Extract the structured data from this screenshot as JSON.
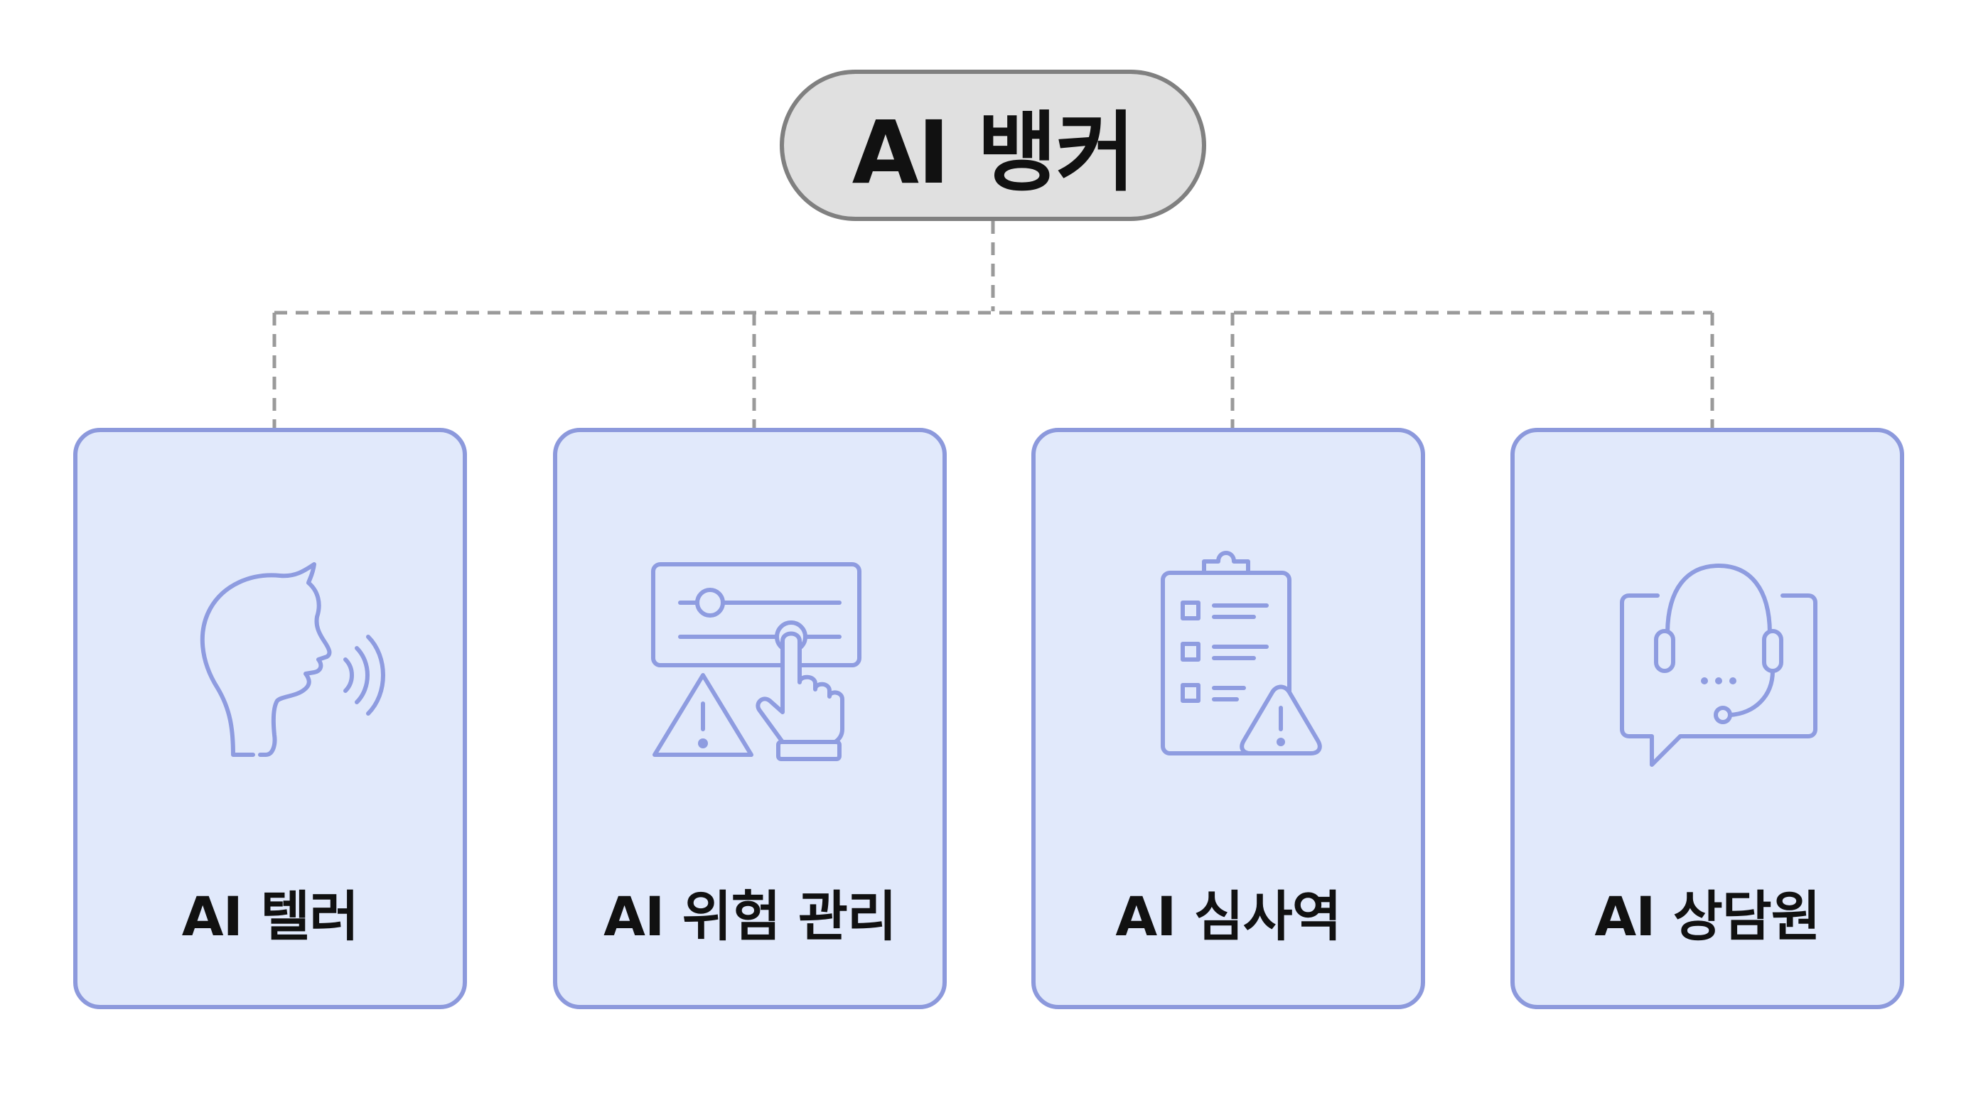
{
  "root": {
    "label": "AI 뱅커"
  },
  "children": [
    {
      "label": "AI 텔러",
      "icon": "speaking-head-icon"
    },
    {
      "label": "AI 위험 관리",
      "icon": "risk-control-panel-icon"
    },
    {
      "label": "AI 심사역",
      "icon": "checklist-warning-icon"
    },
    {
      "label": "AI 상담원",
      "icon": "headset-chat-icon"
    }
  ],
  "colors": {
    "root_fill": "#e0e0e0",
    "root_border": "#808080",
    "card_fill": "#e1e9fb",
    "card_border": "#8c99dc",
    "icon_stroke": "#8e9ce0",
    "connector": "#9a9a9a"
  }
}
